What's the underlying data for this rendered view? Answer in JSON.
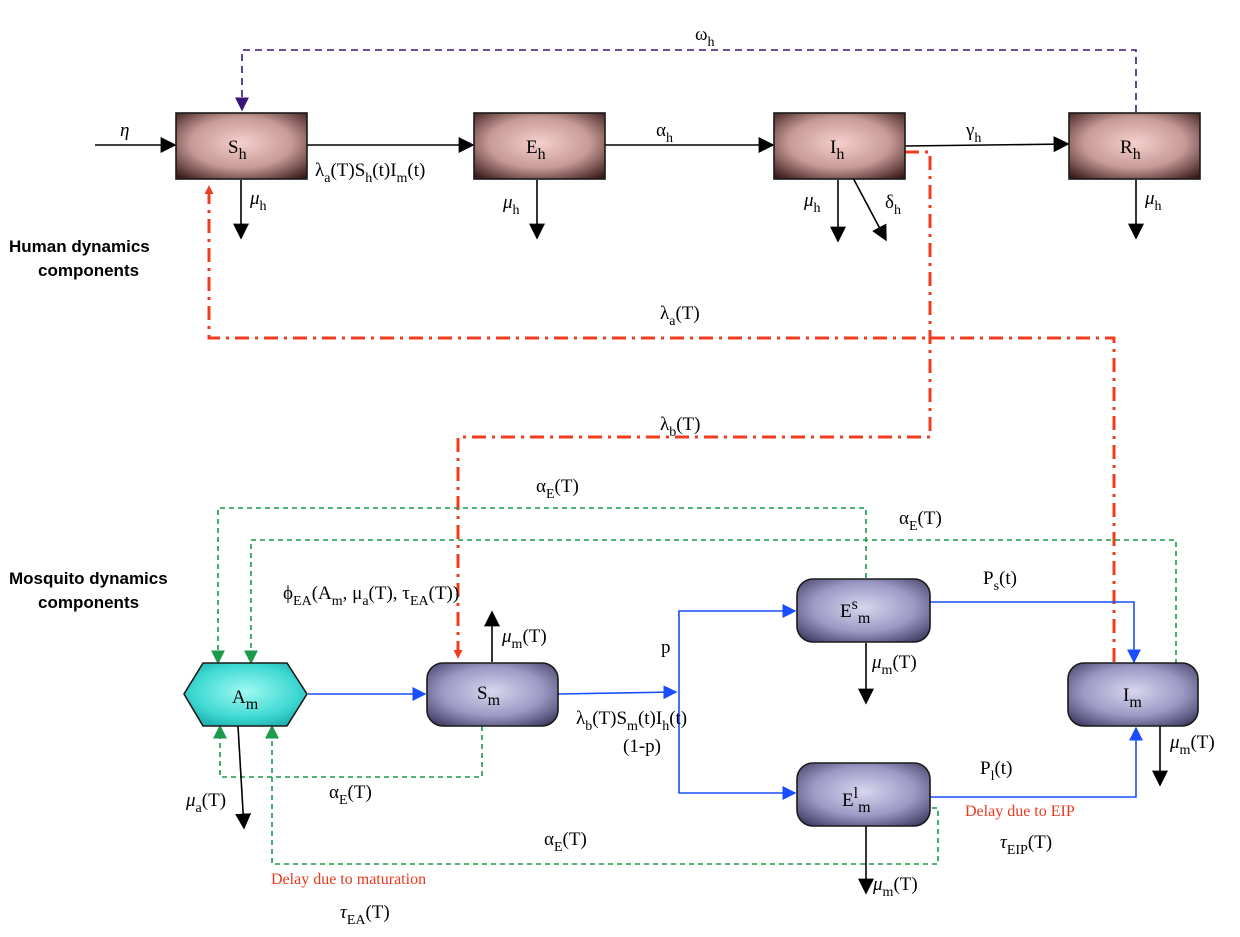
{
  "sections": {
    "human": [
      "Human dynamics",
      "components"
    ],
    "mosquito": [
      "Mosquito dynamics",
      "components"
    ]
  },
  "nodes": {
    "Sh": {
      "main": "S",
      "sub": "h",
      "sup": ""
    },
    "Eh": {
      "main": "E",
      "sub": "h",
      "sup": ""
    },
    "Ih": {
      "main": "I",
      "sub": "h",
      "sup": ""
    },
    "Rh": {
      "main": "R",
      "sub": "h",
      "sup": ""
    },
    "Am": {
      "main": "A",
      "sub": "m",
      "sup": ""
    },
    "Sm": {
      "main": "S",
      "sub": "m",
      "sup": ""
    },
    "Esm": {
      "main": "E",
      "sub": "m",
      "sup": "s"
    },
    "Elm": {
      "main": "E",
      "sub": "m",
      "sup": "l"
    },
    "Im": {
      "main": "I",
      "sub": "m",
      "sup": ""
    }
  },
  "labels": {
    "eta": "η",
    "omega_h": "ω",
    "omega_h_sub": "h",
    "infection_h": "λ",
    "infection_h_a": "a",
    "infection_h_mid": "(T)S",
    "infection_h_h": "h",
    "infection_h_t": "(t)I",
    "infection_h_m": "m",
    "infection_h_end": "(t)",
    "alpha_h": "α",
    "alpha_h_sub": "h",
    "gamma_h": "γ",
    "gamma_h_sub": "h",
    "mu": "μ",
    "h": "h",
    "delta_h": "δ",
    "lambda_a": "λ",
    "lambda_a_sub": "a",
    "lambda_b": "λ",
    "lambda_b_sub": "b",
    "T_paren": "(T)",
    "alpha_E": "α",
    "alpha_E_sub": "E",
    "phi": "ϕ",
    "phi_sub": "EA",
    "phi_args_1": "(A",
    "phi_m": "m",
    "phi_args_2": ", μ",
    "phi_a": "a",
    "phi_args_3": "(T), τ",
    "phi_ea": "EA",
    "phi_args_4": "(T))",
    "mu_m_sub": "m",
    "mu_a_sub": "a",
    "p": "p",
    "one_minus_p": "(1-p)",
    "mosq_inf_1": "λ",
    "mosq_inf_b": "b",
    "mosq_inf_2": "(T)S",
    "mosq_inf_m": "m",
    "mosq_inf_3": "(t)I",
    "mosq_inf_h": "h",
    "mosq_inf_4": "(t)",
    "Ps": "P",
    "Ps_sub": "s",
    "Pl": "P",
    "Pl_sub": "l",
    "t_paren": "(t)",
    "tau": "τ",
    "tau_eip_sub": "EIP",
    "tau_ea_sub": "EA"
  },
  "notes": {
    "eip": "Delay due to EIP",
    "maturation": "Delay due to maturation"
  },
  "colors": {
    "human_box_center": "#f4d0cc",
    "human_box_edge": "#3a1c1a",
    "mosq_box_center": "#d8d6ee",
    "mosq_box_edge": "#38355c",
    "aquatic_center": "#7ef4ec",
    "aquatic_edge": "#12b1b0",
    "flow_blue": "#1a4dff",
    "dashed_green": "#1a9a4a",
    "dashed_purple": "#3a1577",
    "dashdot_red": "#ef3c1e",
    "note_red": "#e8391f"
  }
}
